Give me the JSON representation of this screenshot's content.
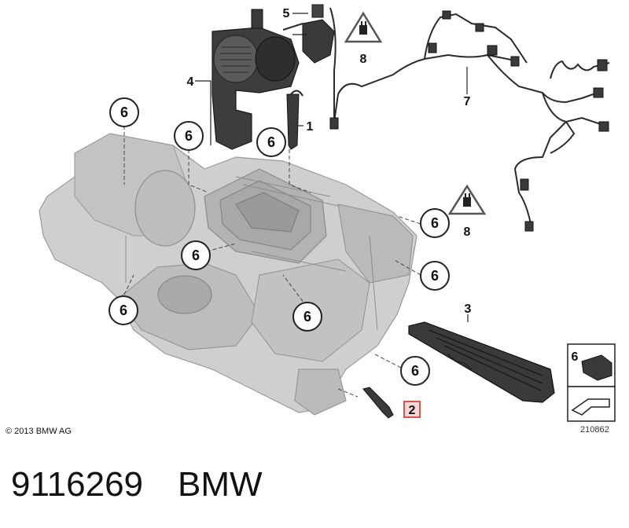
{
  "callouts": {
    "c1": "1",
    "c2": "2",
    "c3": "3",
    "c4": "4",
    "c5": "5",
    "c6": "6",
    "c7": "7",
    "c8": "8"
  },
  "inset_label": "6",
  "copyright": "© 2013 BMW AG",
  "drawing_number": "210862",
  "footer": {
    "part_number": "9116269",
    "brand": "BMW"
  },
  "colors": {
    "housing": "#c9c9c9",
    "housing_dark": "#8f8f8f",
    "component": "#3a3a3a",
    "highlight_box": "#d9534f",
    "warning_triangle": "#555555"
  },
  "icons": [
    "warning-triangle-icon",
    "plug-icon",
    "arrow-icon"
  ]
}
